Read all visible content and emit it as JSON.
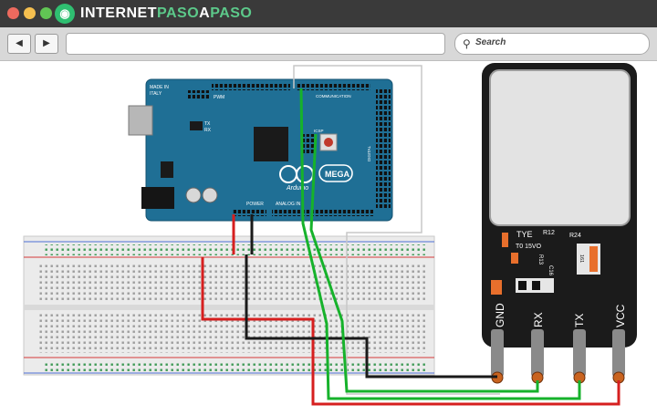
{
  "browser": {
    "logo_text_a": "INTERNET",
    "logo_text_b": "PASO",
    "logo_text_c": "A",
    "logo_text_d": "PASO",
    "back_icon": "back-arrow-icon",
    "forward_icon": "forward-arrow-icon",
    "url_value": "",
    "search_placeholder": "Search"
  },
  "arduino": {
    "made_in_1": "MADE IN",
    "made_in_2": "ITALY",
    "pwm": "PWM",
    "communication": "COMMUNICATION",
    "tx": "TX",
    "rx": "RX",
    "brand": "Arduino",
    "model": "MEGA",
    "power": "POWER",
    "analog_in": "ANALOG IN",
    "digital": "DIGITAL",
    "icsp": "ICSP"
  },
  "module": {
    "ic_label": "TYE",
    "ic_sub": "T0 15VO",
    "r12": "R12",
    "r24": "R24",
    "r13": "R13",
    "c16": "C16",
    "part_161": "161",
    "pins": [
      "GND",
      "RX",
      "TX",
      "VCC"
    ]
  },
  "colors": {
    "board": "#1f6f95",
    "wire_red": "#d61f1f",
    "wire_green": "#16b22b",
    "wire_black": "#1a1a1a",
    "module_body": "#1b1b1b"
  }
}
